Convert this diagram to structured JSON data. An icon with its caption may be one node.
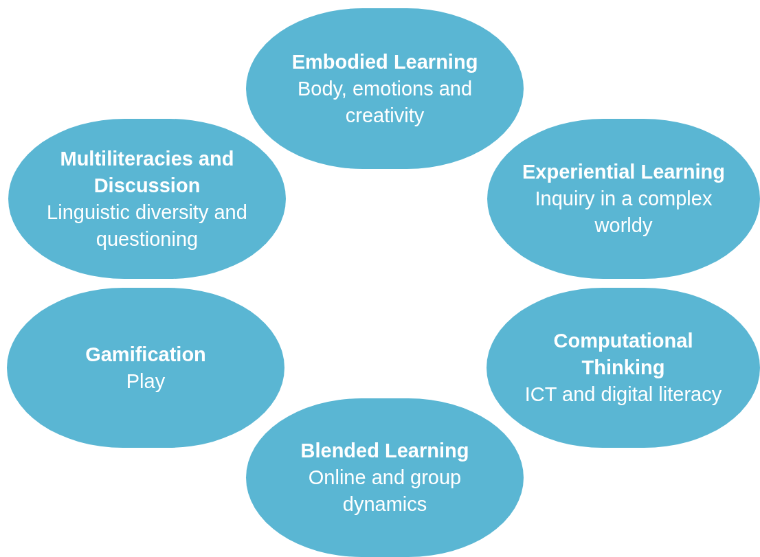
{
  "diagram": {
    "nodes": [
      {
        "text": [
          "Embodied Learning",
          "Body, emotions and creativity"
        ]
      },
      {
        "text": [
          "Multiliteracies and Discussion",
          "Linguistic diversity and questioning"
        ]
      },
      {
        "text": [
          "Experiential Learning",
          "Inquiry in a complex worldy"
        ]
      },
      {
        "text": [
          "Gamification",
          "Play"
        ]
      },
      {
        "text": [
          "Computational Thinking",
          "ICT and digital literacy"
        ]
      },
      {
        "text": [
          "Blended Learning",
          "Online and group dynamics"
        ]
      }
    ]
  }
}
